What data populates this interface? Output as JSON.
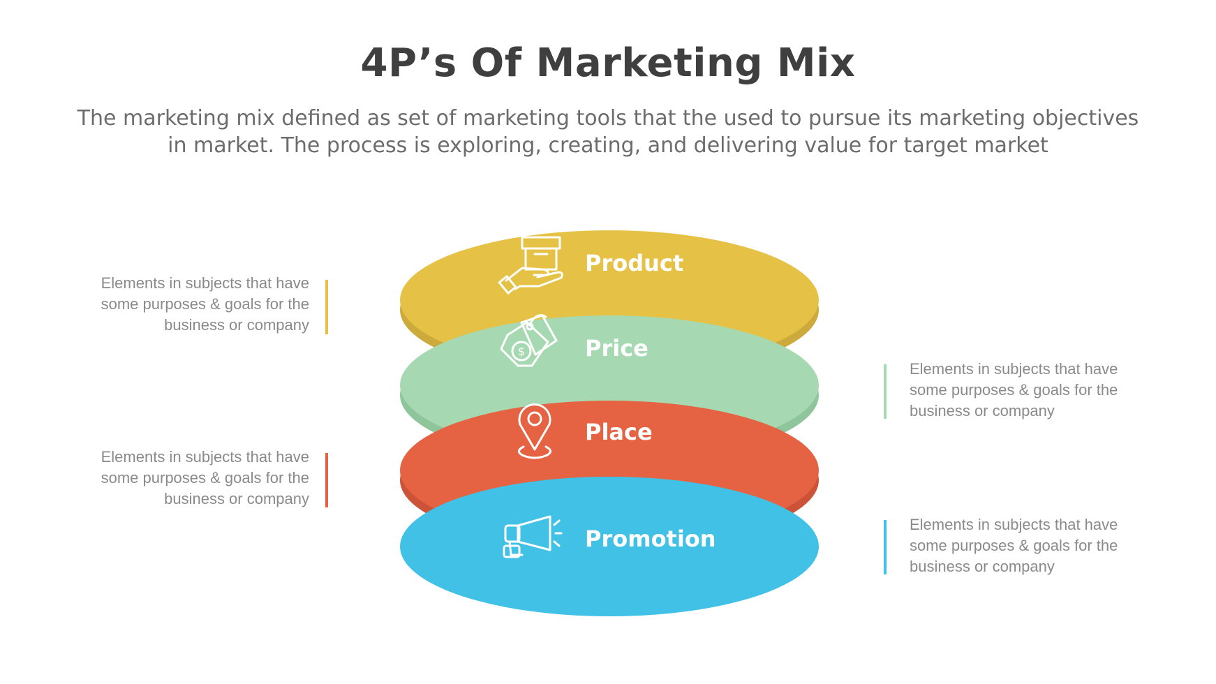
{
  "title": "4P’s Of Marketing Mix",
  "subtitle": {
    "line1": "The marketing mix defined as set of marketing tools that the used to pursue its marketing objectives",
    "line2": "in market. The process is exploring, creating, and delivering value for target market"
  },
  "layers": [
    {
      "label": "Product",
      "icon": "box-in-hand-icon",
      "color": "#E5C245",
      "shade": "#CCAA3B"
    },
    {
      "label": "Price",
      "icon": "price-tag-icon",
      "color": "#A6D9B1",
      "shade": "#8FC59B"
    },
    {
      "label": "Place",
      "icon": "location-pin-icon",
      "color": "#E56343",
      "shade": "#CC5238"
    },
    {
      "label": "Promotion",
      "icon": "megaphone-icon",
      "color": "#41C1E5",
      "shade": "#36A9CA"
    }
  ],
  "descriptions": [
    {
      "line1": "Elements in subjects that have",
      "line2": "some purposes & goals for the",
      "line3": "business or company",
      "color": "#E5C245"
    },
    {
      "line1": "Elements in subjects that have",
      "line2": "some purposes & goals for the",
      "line3": "business or company",
      "color": "#A6D9B1"
    },
    {
      "line1": "Elements in subjects that have",
      "line2": "some purposes & goals for the",
      "line3": "business or company",
      "color": "#E56343"
    },
    {
      "line1": "Elements in subjects that have",
      "line2": "some purposes & goals for the",
      "line3": "business or company",
      "color": "#41C1E5"
    }
  ]
}
